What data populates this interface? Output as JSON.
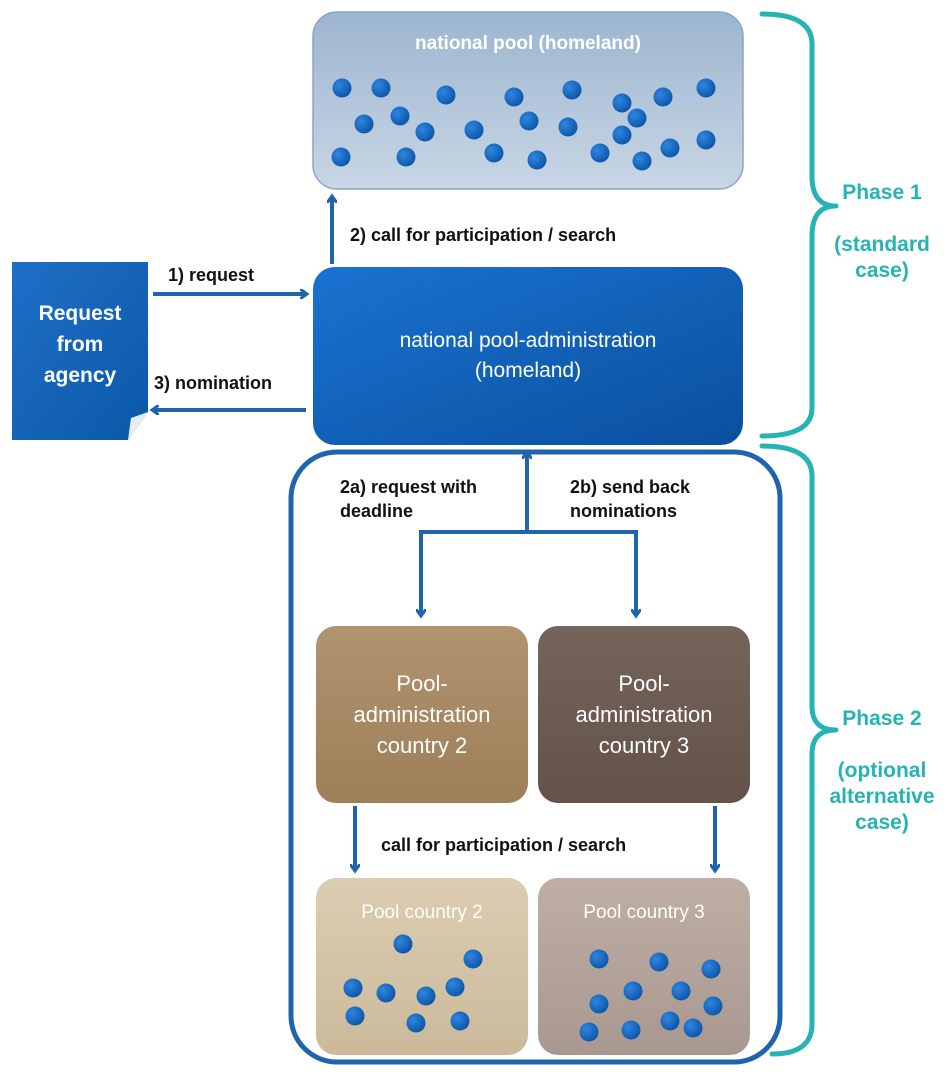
{
  "request_doc": {
    "lines": [
      "Request",
      "from",
      "agency"
    ]
  },
  "top_pool": {
    "title": "national pool (homeland)"
  },
  "national_admin": {
    "line1": "national pool-administration",
    "line2": "(homeland)"
  },
  "labels": {
    "request": "1) request",
    "nomination": "3) nomination",
    "call_search": "2) call for participation / search",
    "request_deadline_1": "2a) request with",
    "request_deadline_2": "deadline",
    "send_back_1": "2b) send back",
    "send_back_2": "nominations",
    "call_search_2": "call for participation / search"
  },
  "admin_country2": {
    "lines": [
      "Pool-",
      "administration",
      "country 2"
    ]
  },
  "admin_country3": {
    "lines": [
      "Pool-",
      "administration",
      "country 3"
    ]
  },
  "pool_country2": {
    "title": "Pool country 2"
  },
  "pool_country3": {
    "title": "Pool country 3"
  },
  "phase1": {
    "lines": [
      "Phase 1",
      "",
      "(standard",
      "case)"
    ]
  },
  "phase2": {
    "lines": [
      "Phase 2",
      "",
      "(optional",
      "alternative",
      "case)"
    ]
  },
  "colors": {
    "arrow": "#1f64ad",
    "dot": "#1565c0",
    "bracket": "#25b3b3",
    "admin_blue": "#0d5fb8",
    "brown2": "#a88a63",
    "brown3": "#6b5a50",
    "pool2": "#d6c6a9",
    "pool3": "#b6a69d",
    "pool_top": "#a8bfd6"
  }
}
